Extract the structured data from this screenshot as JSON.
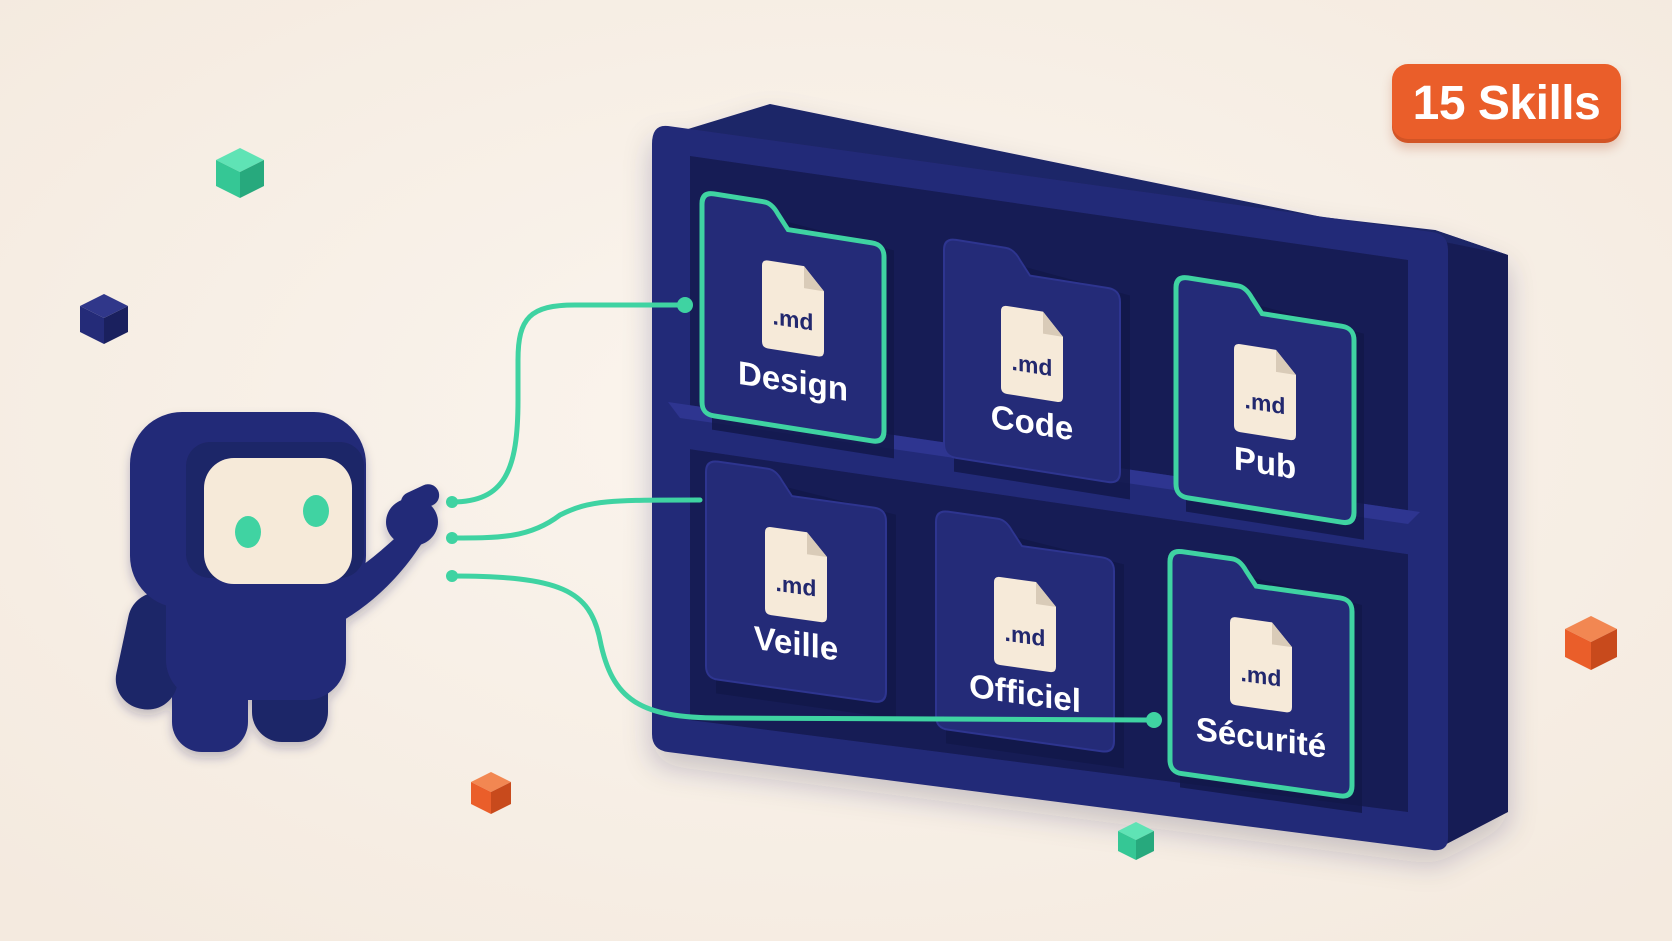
{
  "badge": {
    "label": "15 Skills",
    "color": "#ea5e2a"
  },
  "colors": {
    "navy": "#242b78",
    "navy_dark": "#161b54",
    "green": "#3fd3a2",
    "orange": "#ea5e2a",
    "background": "#f8f0e7"
  },
  "robot": {
    "icon": "robot-mascot-icon"
  },
  "folders": [
    {
      "label": "Design",
      "tag": ".md",
      "highlighted": true
    },
    {
      "label": "Code",
      "tag": ".md",
      "highlighted": false
    },
    {
      "label": "Pub",
      "tag": ".md",
      "highlighted": true
    },
    {
      "label": "Veille",
      "tag": ".md",
      "highlighted": false
    },
    {
      "label": "Officiel",
      "tag": ".md",
      "highlighted": false
    },
    {
      "label": "Sécurité",
      "tag": ".md",
      "highlighted": true
    }
  ]
}
